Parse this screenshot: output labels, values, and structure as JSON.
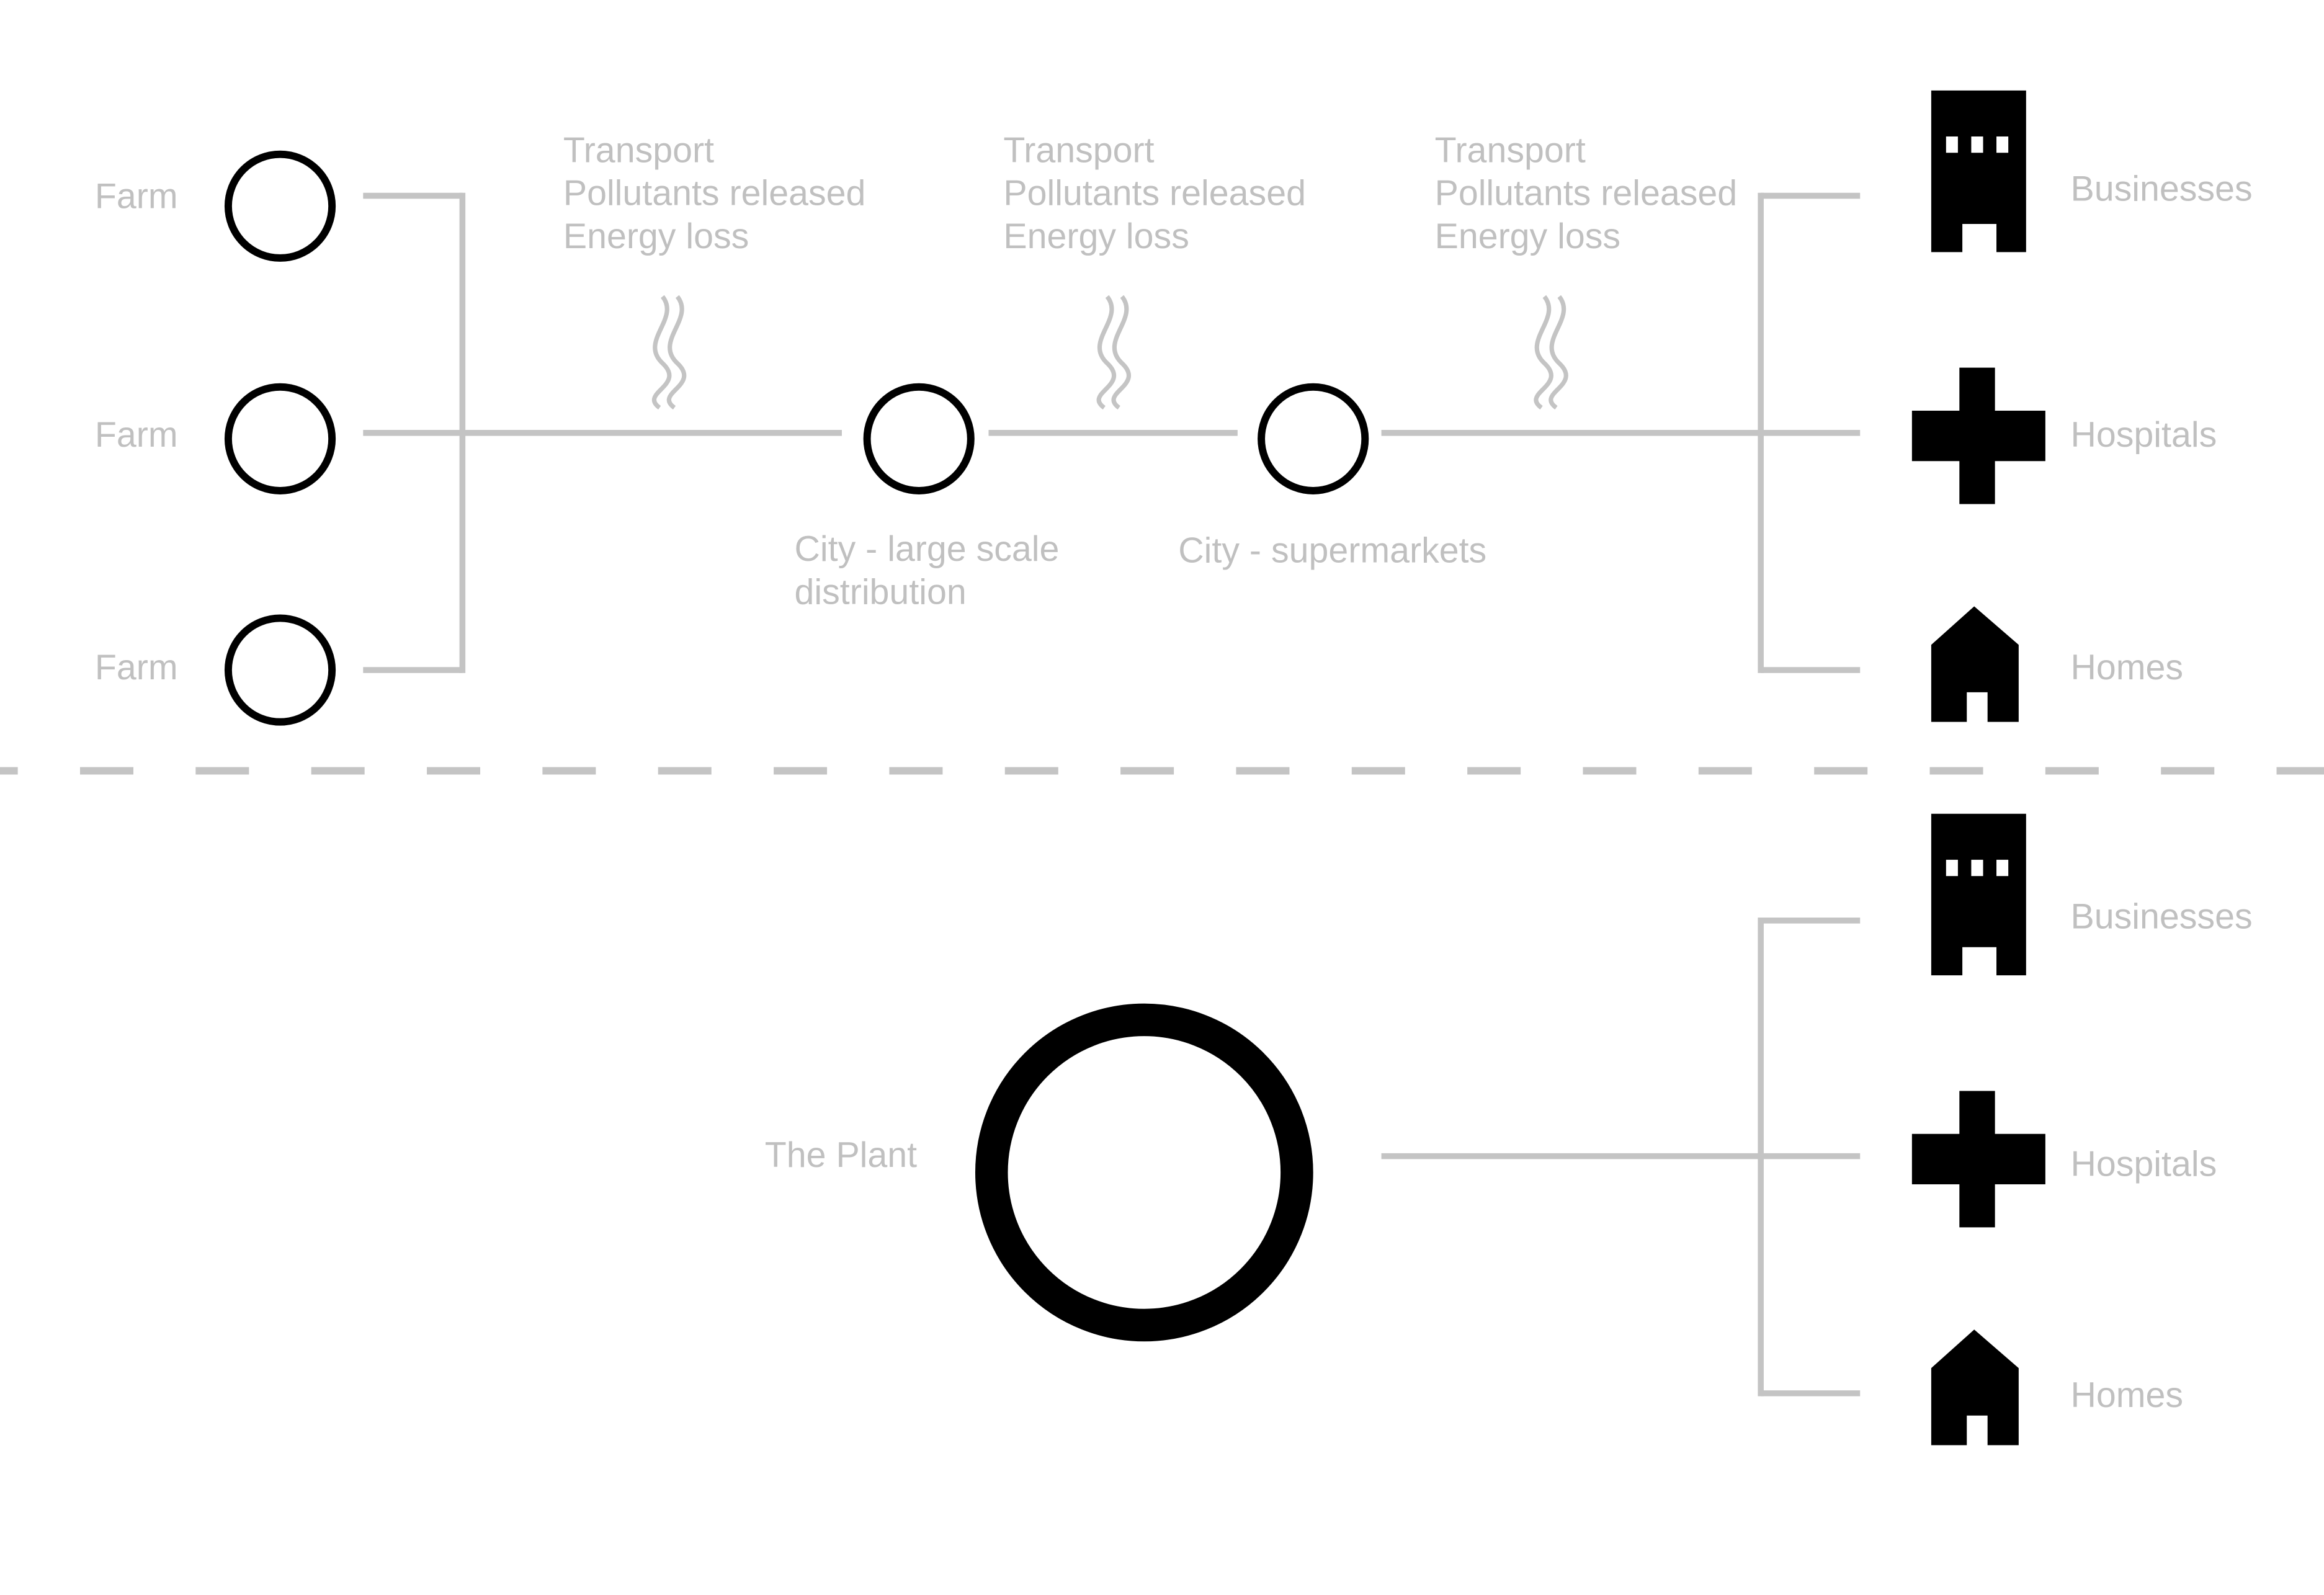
{
  "top": {
    "farms": [
      "Farm",
      "Farm",
      "Farm"
    ],
    "transport_blocks": [
      [
        "Transport",
        "Pollutants released",
        "Energy loss"
      ],
      [
        "Transport",
        "Pollutants released",
        "Energy loss"
      ],
      [
        "Transport",
        "Pollutants released",
        "Energy loss"
      ]
    ],
    "city_distribution": [
      "City - large scale",
      "distribution"
    ],
    "city_supermarkets": "City - supermarkets",
    "destinations": [
      "Businesses",
      "Hospitals",
      "Homes"
    ]
  },
  "bottom": {
    "plant": "The Plant",
    "destinations": [
      "Businesses",
      "Hospitals",
      "Homes"
    ]
  },
  "colors": {
    "line": "#c4c4c4",
    "text": "#c0c0c0",
    "icon": "#000000"
  }
}
